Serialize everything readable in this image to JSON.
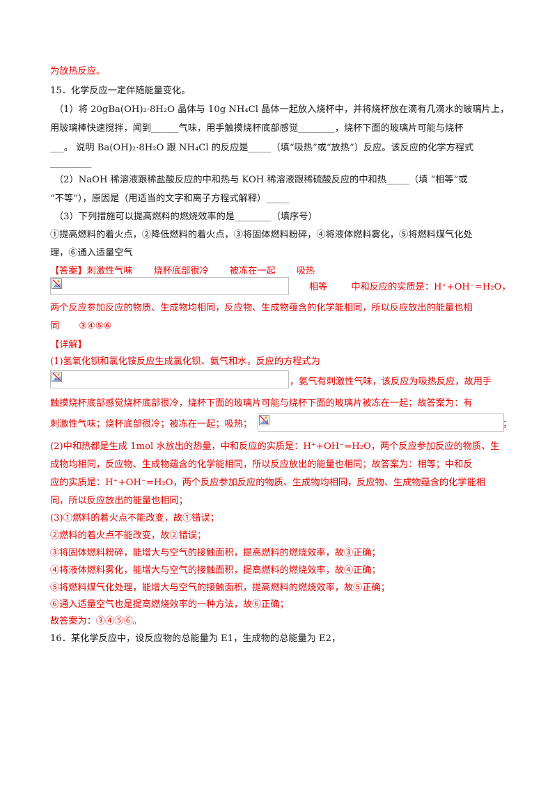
{
  "lines": {
    "l1": "为放热反应。",
    "l2": "15．化学反应一定伴随能量变化。",
    "l3": "（1）将 20gBa(OH)₂·8H₂O 晶体与 10g NH₄Cl 晶体一起放入烧杯中，并将烧杯放在滴有几滴水的玻璃片上，",
    "l4": "用玻璃棒快速搅拌，闻到______气味，用手触摸烧杯底部感觉________，烧杯下面的玻璃片可能与烧杯",
    "l5": "___。 说明 Ba(OH)₂·8H₂O 跟 NH₄Cl 的反应是_____（填“吸热”或“放热”）反应。该反应的化学方程式",
    "l6": "_________",
    "l7": "（2）NaOH 稀溶液跟稀盐酸反应的中和热与 KOH 稀溶液跟稀硫酸反应的中和热_____（填 “相等”或",
    "l8": "“不等”），原因是（用适当的文字和离子方程式解释）_____",
    "l9": "（3）下列措施可以提高燃料的燃烧效率的是________（填序号）",
    "l10": "①提高燃料的着火点，②降低燃料的着火点，③将固体燃料粉碎，④将液体燃料雾化，⑤将燃料煤气化处",
    "l11": "理，⑥通入适量空气",
    "ans_tag": "【答案】",
    "ans_a": "刺激性气味",
    "ans_b": "烧杯底部很冷",
    "ans_c": "被冻在一起",
    "ans_d": "吸热",
    "ans_e": "相等",
    "ans_f": "中和反应的实质是：H⁺+OH⁻=H₂O，",
    "l14": "两个反应参加反应的物质、生成物均相同，反应物、生成物蕴含的化学能相同，所以反应放出的能量也相",
    "l15a": "同",
    "l15b": "③④⑤⑥",
    "detail_tag": "【详解】",
    "l17": "(1)氢氧化钡和氯化铵反应生成氯化钡、氨气和水，反应的方程式为",
    "l18": "，氨气有刺激性气味，该反应为吸热反应，故用手",
    "l19": "触摸烧杯底部感觉烧杯底部很冷，烧杯下面的玻璃片可能与烧杯下面的玻璃片被冻在一起；故答案为：有",
    "l20": "刺激性气味；烧杯底部很冷；被冻在一起；吸热；",
    "l20end": "；",
    "l21": "(2)中和热都是生成 1mol 水放出的热量，中和反应的实质是：H⁺+OH⁻=H₂O，两个反应参加反应的物质、生",
    "l22": "成物均相同，反应物、生成物蕴含的化学能相同，所以反应放出的能量也相同；故答案为：相等；中和反",
    "l23": "应的实质是：H⁺+OH⁻=H₂O，两个反应参加反应的物质、生成物均相同，反应物、生成物蕴含的化学能相",
    "l24": "同，所以反应放出的能量也相同；",
    "l25": "(3)①燃料的着火点不能改变，故①错误；",
    "l26": "②燃料的着火点不能改变，故②错误；",
    "l27": "③将固体燃料粉碎，能增大与空气的接触面积，提高燃料的燃烧效率，故③正确；",
    "l28": "④将液体燃料雾化，能增大与空气的接触面积，提高燃料的燃烧效率，故④正确；",
    "l29": "⑤将燃料煤气化处理，能增大与空气的接触面积，提高燃料的燃烧效率，故⑤正确；",
    "l30": "⑥通入适量空气也是提高燃烧效率的一种方法，故⑥正确；",
    "l31": "故答案为：③④⑤⑥。",
    "l32": "16．某化学反应中，设反应物的总能量为 E1，生成物的总能量为 E2，"
  },
  "icons": {
    "broken_image": "broken-image-icon"
  },
  "colors": {
    "answer_red": "#e60000",
    "text": "#1a1a1a"
  }
}
